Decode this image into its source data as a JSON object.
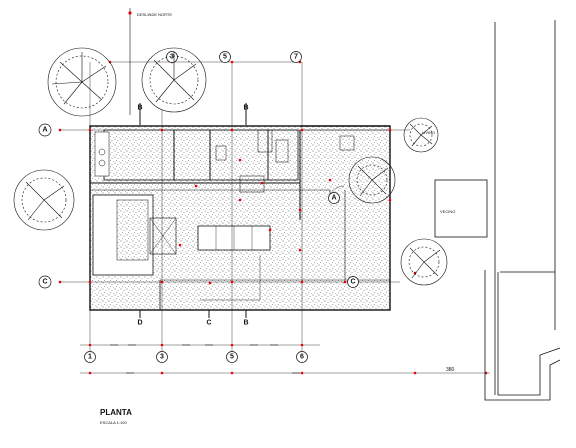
{
  "drawing": {
    "north_label": "DESLINDE NORTE",
    "title": "PLANTA",
    "scale": "ESCALA 1:100",
    "adjacent_label": "VECINO",
    "annex_label": "LIVING",
    "dimension_right": "380",
    "grid_labels": {
      "top": [
        "3",
        "5",
        "7"
      ],
      "bottom": [
        "1",
        "3",
        "5",
        "6"
      ],
      "left": [
        "A",
        "C"
      ],
      "right": [
        "A",
        "C"
      ]
    },
    "section_marks": [
      "B",
      "B",
      "D",
      "C",
      "B",
      "A"
    ]
  },
  "colors": {
    "line": "#111111",
    "marker": "#e8000b",
    "background": "#ffffff"
  }
}
